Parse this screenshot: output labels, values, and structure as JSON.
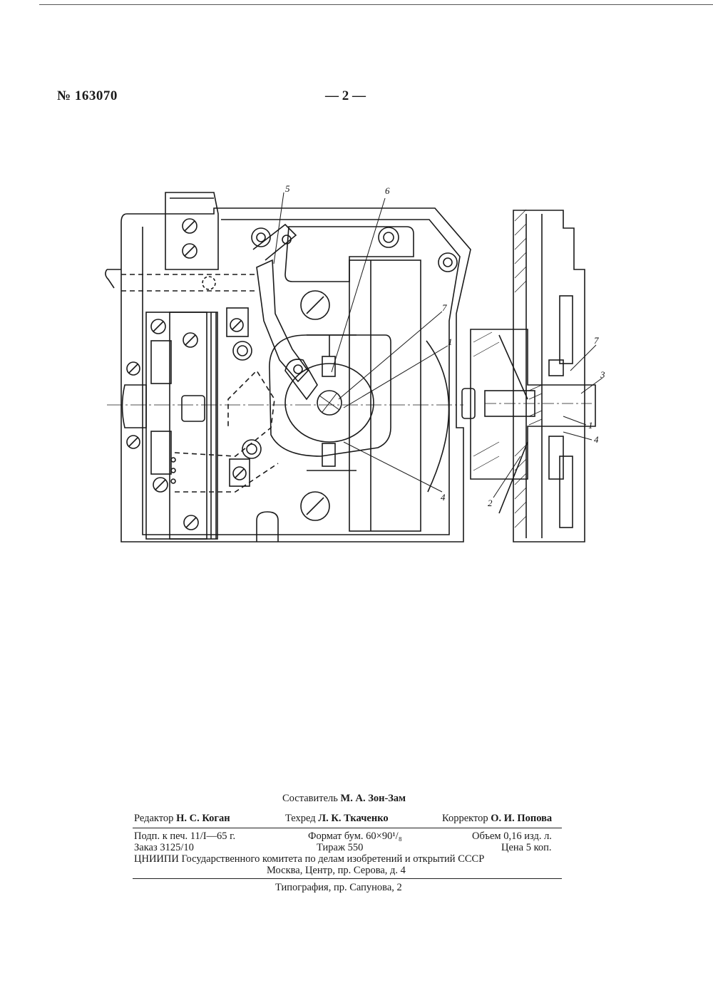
{
  "header": {
    "patent_number": "№ 163070",
    "page_number": "— 2 —"
  },
  "figure": {
    "labels": [
      "5",
      "6",
      "7",
      "1",
      "4",
      "7",
      "3",
      "1",
      "4",
      "2"
    ]
  },
  "imprint": {
    "compiler": {
      "label": "Составитель",
      "name": "М. А. Зон-Зам"
    },
    "editor": {
      "label": "Редактор",
      "name": "Н. С. Коган"
    },
    "techred": {
      "label": "Техред",
      "name": "Л. К. Ткаченко"
    },
    "corrector": {
      "label": "Корректор",
      "name": "О. И. Попова"
    },
    "signed": "Подп. к печ. 11/I—65 г.",
    "format": "Формат бум. 60×90¹/₈",
    "volume": "Объем 0,16 изд. л.",
    "order": "Заказ 3125/10",
    "circulation": "Тираж 550",
    "price": "Цена 5 коп.",
    "org": "ЦНИИПИ Государственного комитета по делам изобретений и открытий СССР",
    "address": "Москва, Центр, пр. Серова, д. 4",
    "printing": "Типография, пр. Сапунова, 2"
  }
}
